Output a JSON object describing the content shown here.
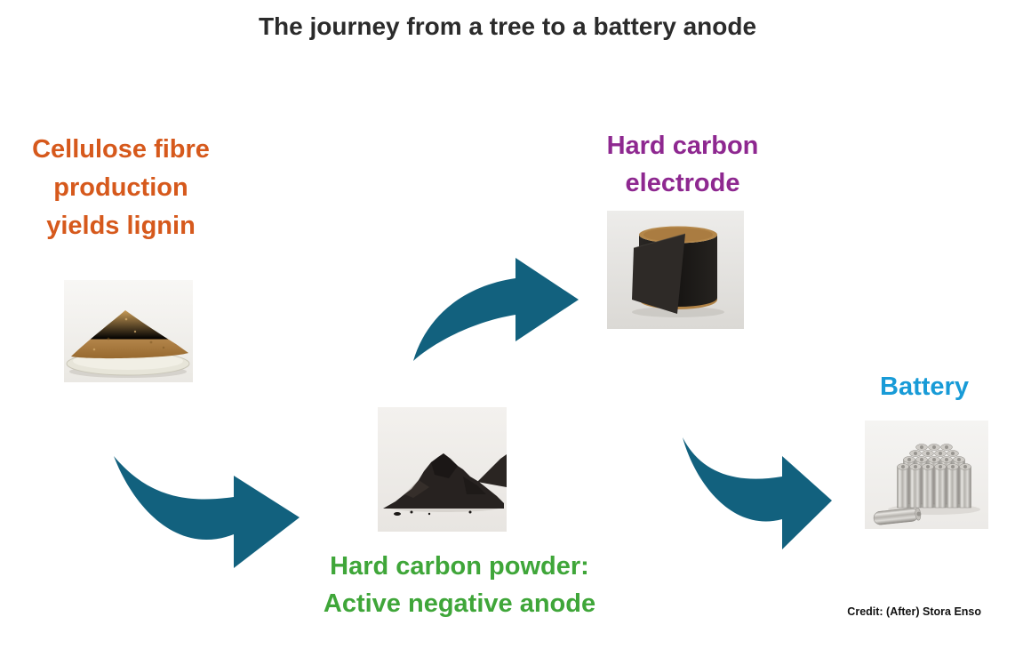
{
  "title": "The journey from a tree to a battery anode",
  "credit": "Credit: (After) Stora Enso",
  "colors": {
    "title_text": "#2b2b2b",
    "lignin_label": "#d6591c",
    "electrode_label": "#8e2890",
    "powder_label": "#3fa639",
    "battery_label": "#189bd7",
    "arrow": "#12617e",
    "background": "#ffffff"
  },
  "stages": {
    "lignin": {
      "label_lines": [
        "Cellulose fibre",
        "production",
        "yields lignin"
      ],
      "image": "brown-lignin-powder-pile-on-plate"
    },
    "electrode": {
      "label_lines": [
        "Hard carbon",
        "electrode"
      ],
      "image": "black-electrode-film-on-cardboard-roll"
    },
    "powder": {
      "label_lines": [
        "Hard carbon powder:",
        "Active negative anode"
      ],
      "image": "black-hard-carbon-powder-pile"
    },
    "battery": {
      "label_lines": [
        "Battery"
      ],
      "image": "pack-of-silver-cylindrical-battery-cells"
    }
  },
  "flow": [
    {
      "from": "lignin",
      "to": "powder"
    },
    {
      "from": "powder",
      "to": "electrode"
    },
    {
      "from": "electrode",
      "to": "battery"
    }
  ]
}
